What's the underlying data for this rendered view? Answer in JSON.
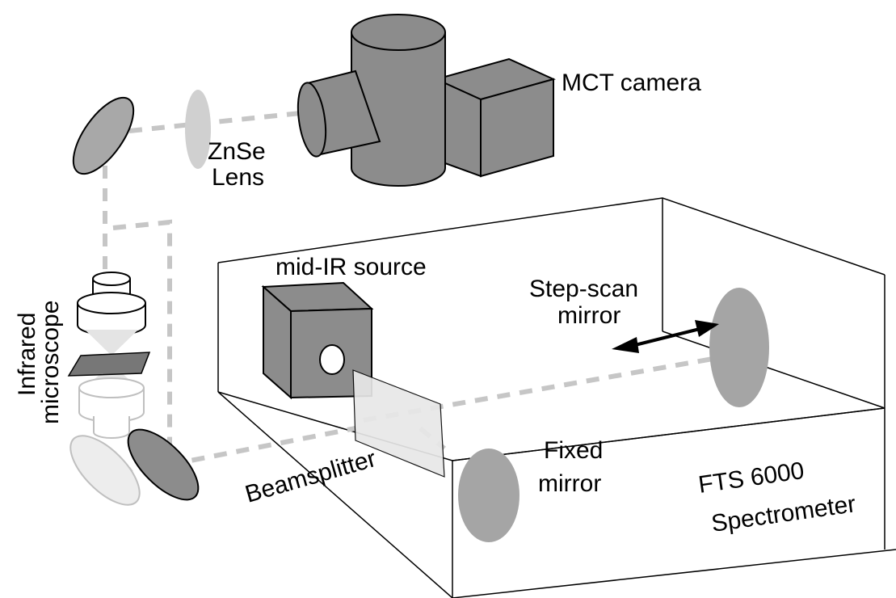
{
  "labels": {
    "mct_camera": "MCT camera",
    "znse_line1": "ZnSe",
    "znse_line2": "Lens",
    "mid_ir_source": "mid-IR source",
    "step_scan_line1": "Step-scan",
    "step_scan_line2": "mirror",
    "infrared_line1": "Infrared",
    "infrared_line2": "microscope",
    "fixed_mirror_line1": "Fixed",
    "fixed_mirror_line2": "mirror",
    "beamsplitter": "Beamsplitter",
    "fts_line1": "FTS 6000",
    "fts_line2": "Spectrometer"
  },
  "colors": {
    "beam": "#c6c6c6",
    "dark_component": "#8c8c8c",
    "mirror_grey": "#a5a5a5",
    "lens_light": "#d0d0d0",
    "faded": "#bfbfbf"
  }
}
